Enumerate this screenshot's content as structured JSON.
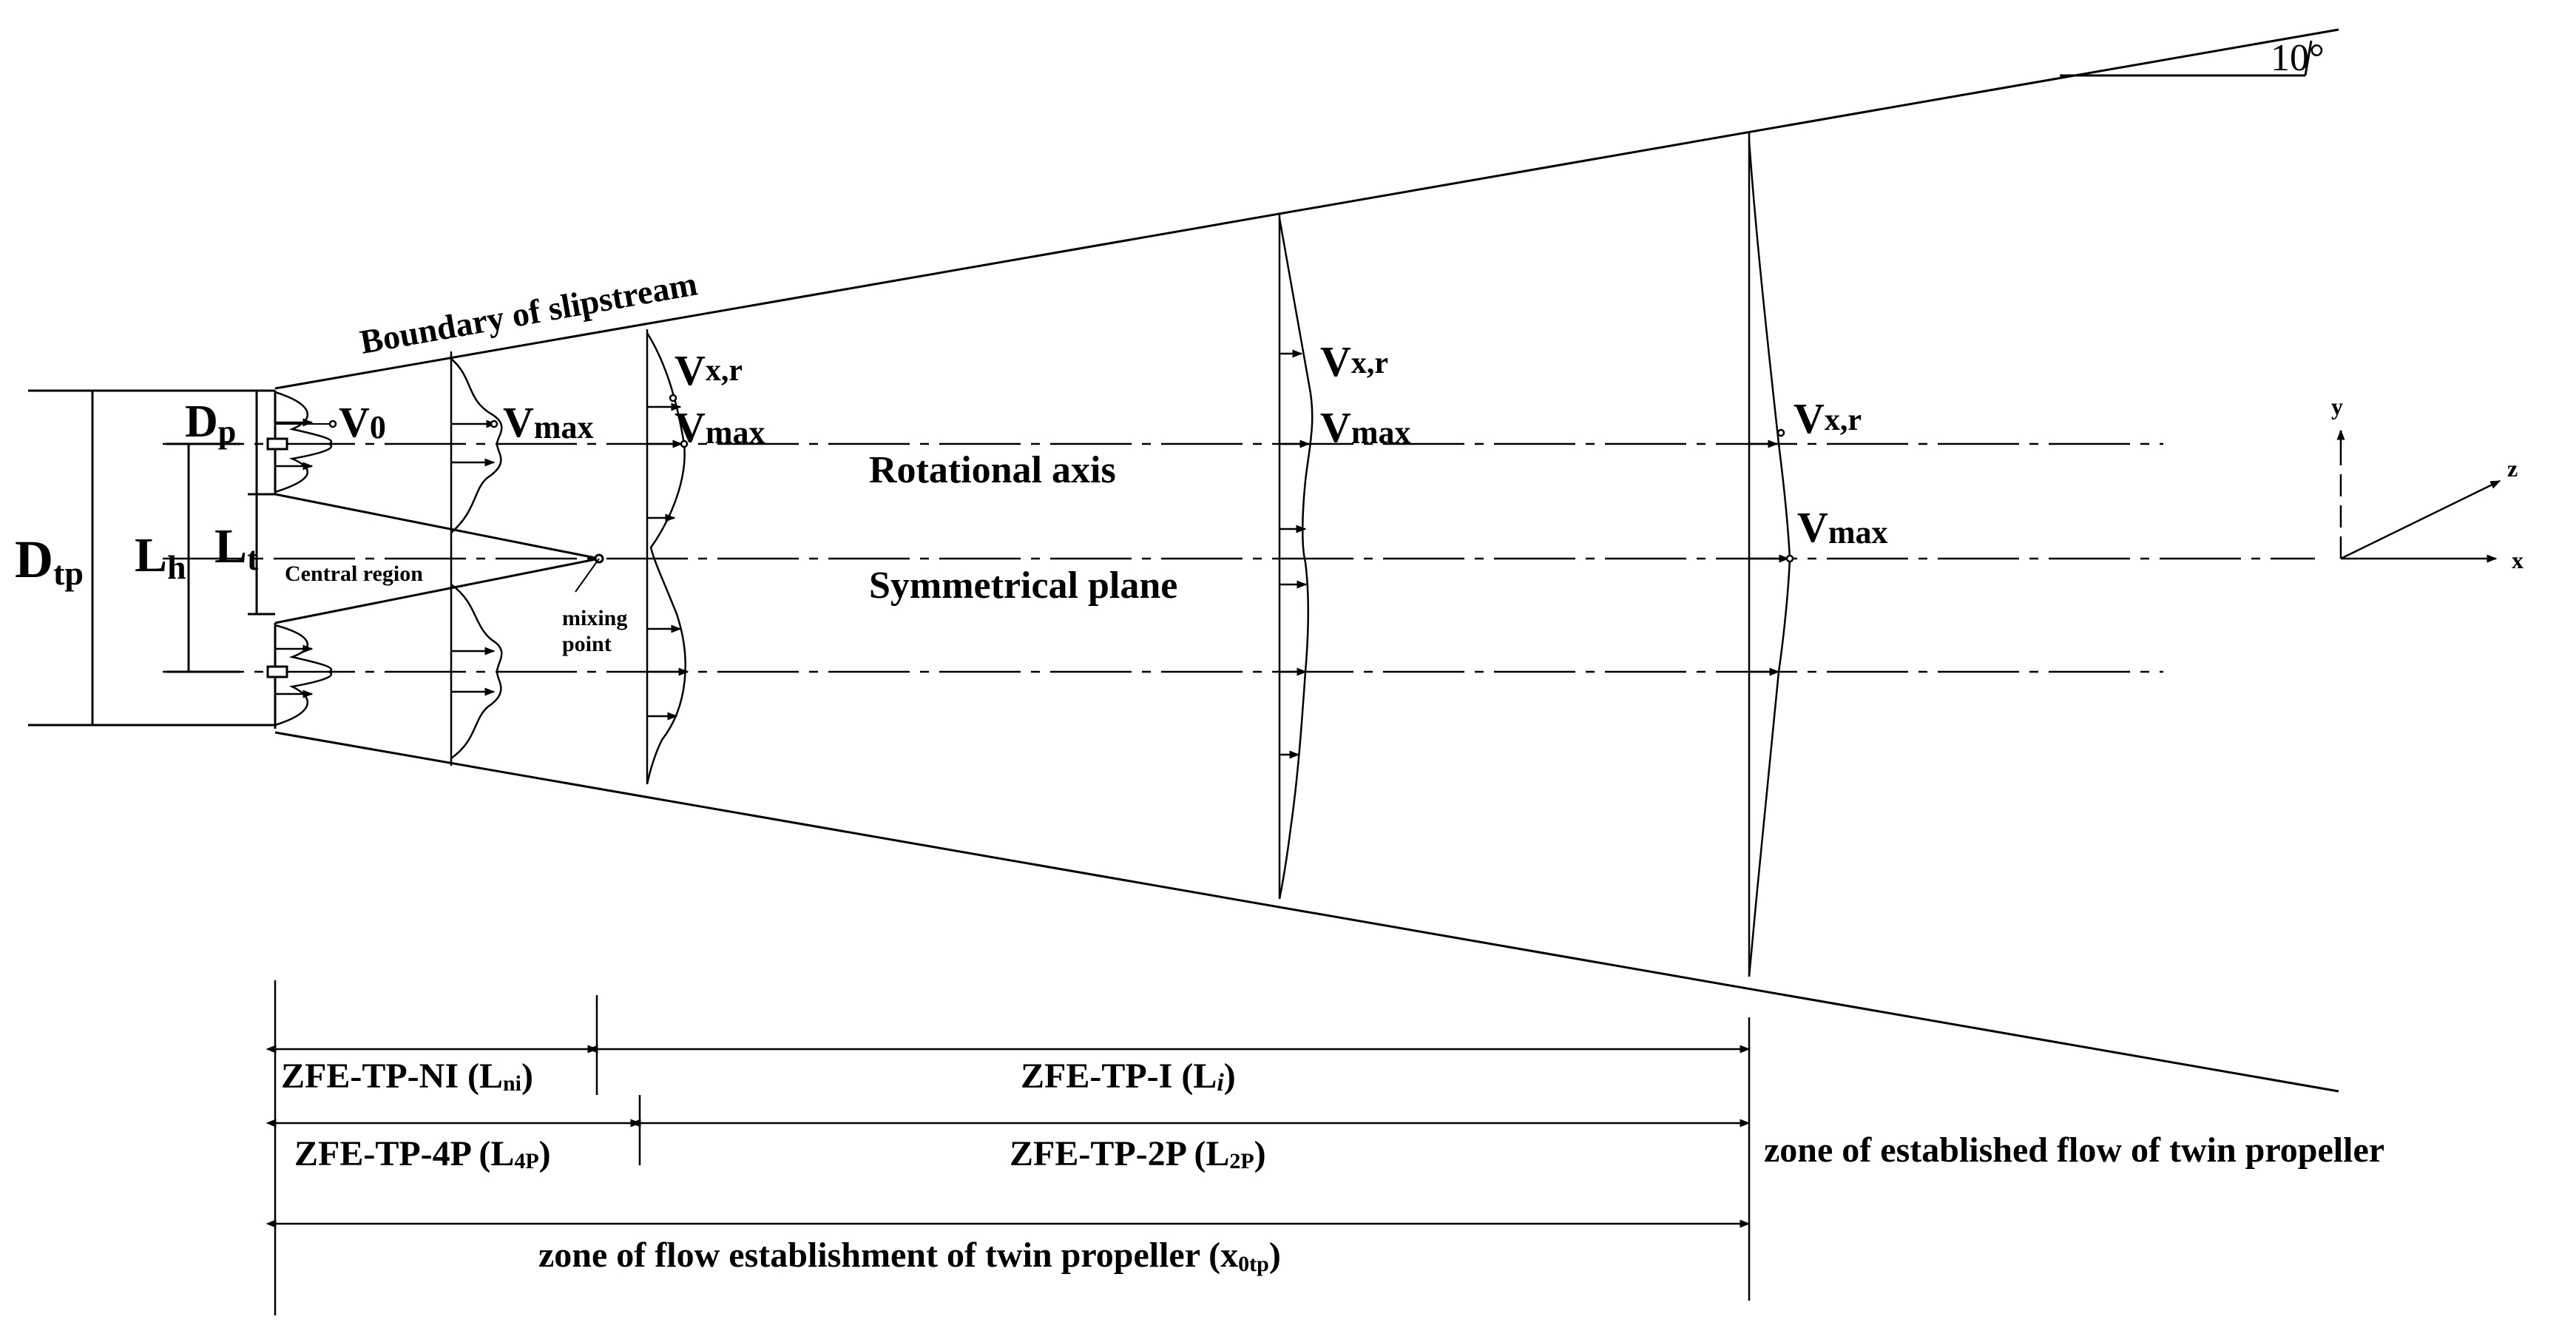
{
  "labels": {
    "boundary": "Boundary of slipstream",
    "rotational_axis": "Rotational axis",
    "symmetrical_plane": "Symmetrical plane",
    "central_region": "Central region",
    "mixing_1": "mixing",
    "mixing_2": "point",
    "angle": "10°",
    "D_tp": {
      "main": "D",
      "sub": "tp"
    },
    "L_h": {
      "main": "L",
      "sub": "h"
    },
    "L_t": {
      "main": "L",
      "sub": "t"
    },
    "D_p": {
      "main": "D",
      "sub": "p"
    },
    "V0": {
      "main": "V",
      "sub": "0"
    },
    "Vmax": {
      "main": "V",
      "sub": "max"
    },
    "Vxr": {
      "main": "V",
      "sub": "x,r"
    }
  },
  "axes": {
    "x": "x",
    "y": "y",
    "z": "z"
  },
  "zones": {
    "ni": {
      "text": "ZFE-TP-NI (L",
      "sub": "ni",
      "close": ")"
    },
    "i": {
      "text": "ZFE-TP-I (L",
      "sub": "i",
      "close": ")"
    },
    "p4": {
      "text": "ZFE-TP-4P (L",
      "sub": "4P",
      "close": ")"
    },
    "p2": {
      "text": "ZFE-TP-2P (L",
      "sub": "2P",
      "close": ")"
    },
    "established": "zone of established flow of twin propeller",
    "establishment": {
      "text": "zone of flow establishment of twin propeller (x",
      "sub": "0tp",
      "close": ")"
    }
  }
}
